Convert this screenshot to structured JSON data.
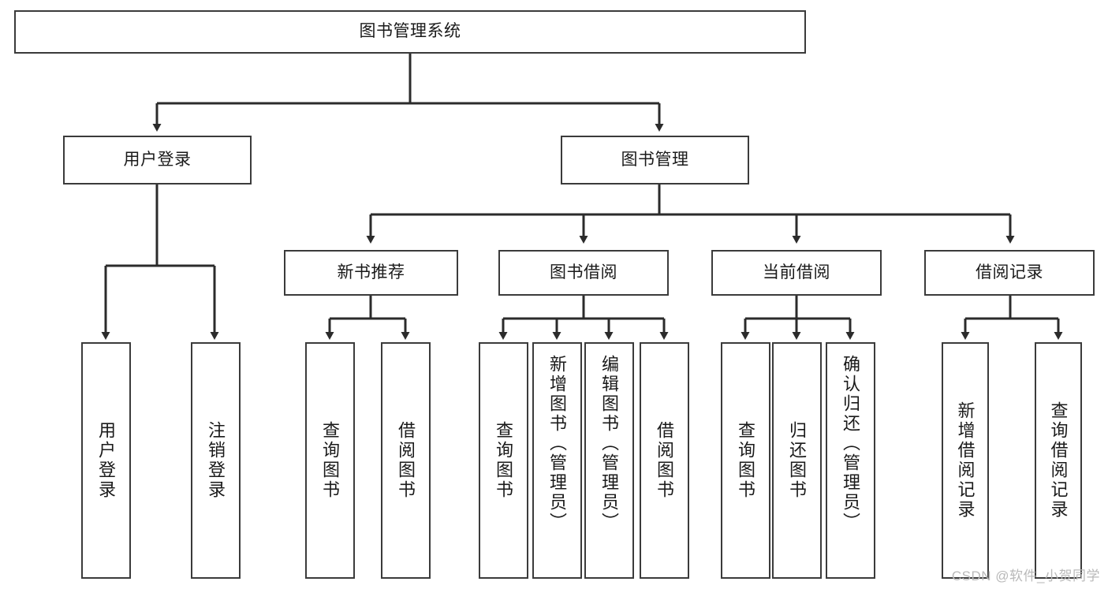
{
  "diagram": {
    "type": "tree",
    "title": "图书管理系统",
    "watermark": "CSDN @软件_小贺同学",
    "colors": {
      "stroke": "#3b3b3b",
      "fill": "#ffffff",
      "text": "#1a1a1a",
      "watermark": "#b9b9b9"
    },
    "nodes": {
      "root": {
        "label": "图书管理系统"
      },
      "level1": [
        {
          "id": "user-login",
          "label": "用户登录"
        },
        {
          "id": "book-manage",
          "label": "图书管理"
        }
      ],
      "level2": [
        {
          "id": "new-book-recommend",
          "label": "新书推荐"
        },
        {
          "id": "book-borrow",
          "label": "图书借阅"
        },
        {
          "id": "current-borrow",
          "label": "当前借阅"
        },
        {
          "id": "borrow-record",
          "label": "借阅记录"
        }
      ],
      "leaves": [
        {
          "id": "leaf-user-login",
          "label": "用户登录",
          "parent": "user-login"
        },
        {
          "id": "leaf-user-logout",
          "label": "注销登录",
          "parent": "user-login"
        },
        {
          "id": "leaf-query-book-1",
          "label": "查询图书",
          "parent": "new-book-recommend"
        },
        {
          "id": "leaf-borrow-book-1",
          "label": "借阅图书",
          "parent": "new-book-recommend"
        },
        {
          "id": "leaf-query-book-2",
          "label": "查询图书",
          "parent": "book-borrow"
        },
        {
          "id": "leaf-add-book",
          "label": "新增图书（管理员）",
          "parent": "book-borrow"
        },
        {
          "id": "leaf-edit-book",
          "label": "编辑图书（管理员）",
          "parent": "book-borrow"
        },
        {
          "id": "leaf-borrow-book-2",
          "label": "借阅图书",
          "parent": "book-borrow"
        },
        {
          "id": "leaf-query-book-3",
          "label": "查询图书",
          "parent": "current-borrow"
        },
        {
          "id": "leaf-return-book",
          "label": "归还图书",
          "parent": "current-borrow"
        },
        {
          "id": "leaf-confirm-return",
          "label": "确认归还（管理员）",
          "parent": "current-borrow"
        },
        {
          "id": "leaf-add-record",
          "label": "新增借阅记录",
          "parent": "borrow-record"
        },
        {
          "id": "leaf-query-record",
          "label": "查询借阅记录",
          "parent": "borrow-record"
        }
      ]
    }
  }
}
